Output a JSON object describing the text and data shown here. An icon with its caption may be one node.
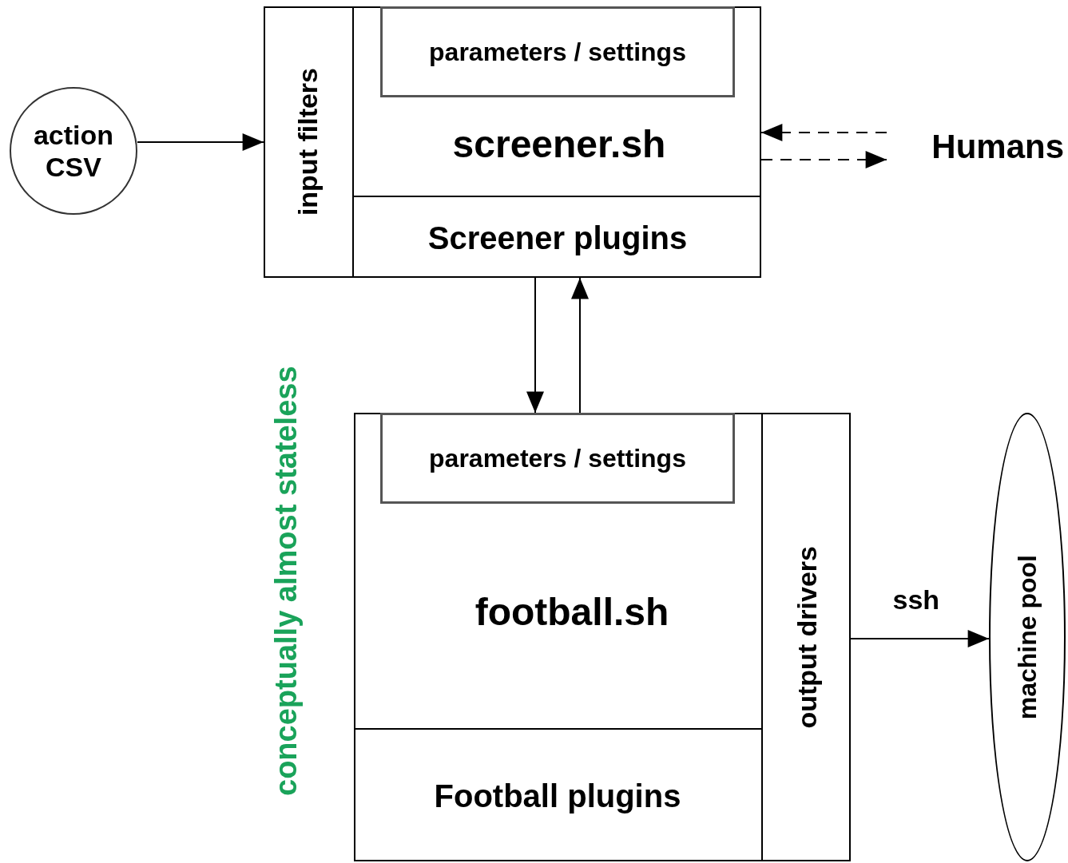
{
  "diagram": {
    "nodes": [
      {
        "text": [
          "action CSV"
        ]
      },
      {
        "text": [
          "screener.sh"
        ]
      },
      {
        "text": [
          "input filters"
        ],
        "in": 1
      },
      {
        "text": [
          "parameters / settings"
        ],
        "in": 1
      },
      {
        "text": [
          "Screener plugins"
        ],
        "in": 1
      },
      {
        "text": [
          "Humans"
        ]
      },
      {
        "text": [
          "football.sh"
        ]
      },
      {
        "text": [
          "parameters / settings"
        ],
        "in": 6
      },
      {
        "text": [
          "Football plugins"
        ],
        "in": 6
      },
      {
        "text": [
          "output drivers"
        ],
        "in": 6
      },
      {
        "text": [
          "machine pool"
        ]
      }
    ],
    "edges": [
      {
        "from": 0,
        "to": 2,
        "arrow": "to"
      },
      {
        "from": 4,
        "to": 6,
        "arrow": "to"
      },
      {
        "from": 6,
        "to": 4,
        "arrow": "to"
      },
      {
        "from": 5,
        "to": 1,
        "arrow": "to",
        "style": "dashed"
      },
      {
        "from": 1,
        "to": 5,
        "arrow": "to",
        "style": "dashed"
      },
      {
        "from": 9,
        "to": 10,
        "arrow": "to",
        "label": "ssh"
      }
    ],
    "labels": [
      "conceptually almost stateless"
    ]
  }
}
